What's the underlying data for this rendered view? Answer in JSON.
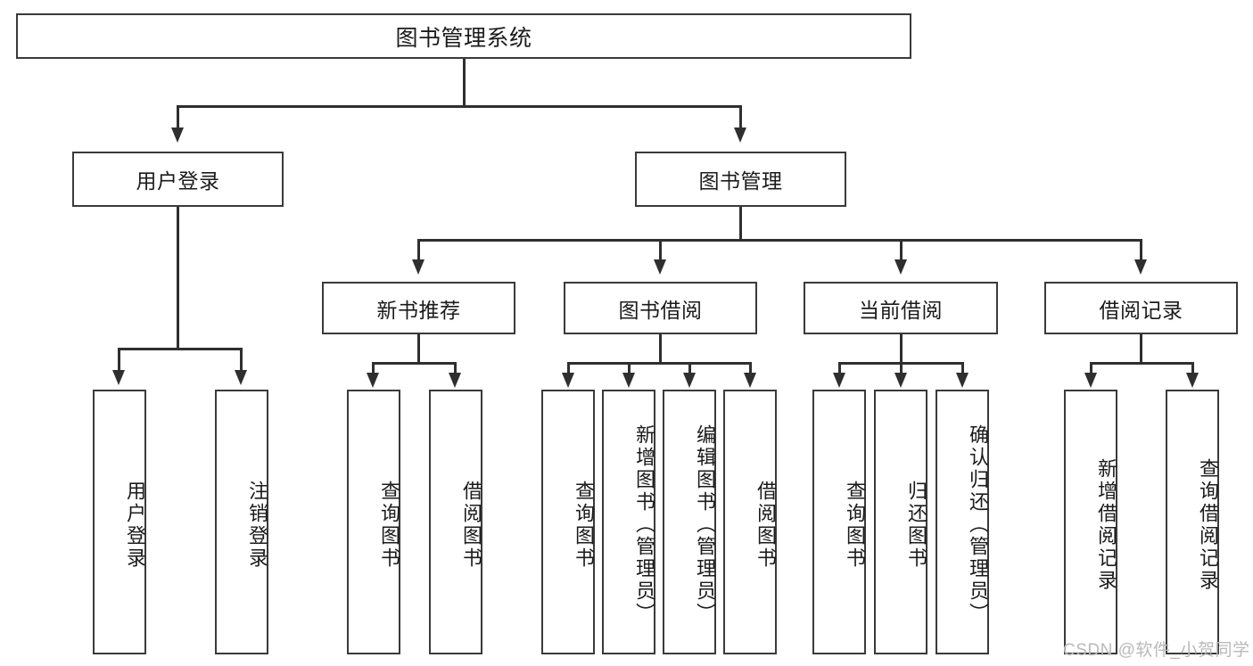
{
  "diagram": {
    "title": "图书管理系统",
    "type": "功能结构图",
    "watermark": "CSDN @软件_小贺同学",
    "style": {
      "box_border_color": "#3a3a3a",
      "box_fill_color": "#ffffff",
      "line_color": "#2f2f2f",
      "text_color": "#1b1b1b",
      "background_color": "#ffffff",
      "watermark_color": "#b9b9b9"
    }
  },
  "nodes": {
    "root": {
      "label": "图书管理系统"
    },
    "level2": [
      {
        "id": "user-login",
        "label": "用户登录"
      },
      {
        "id": "book-manage",
        "label": "图书管理"
      }
    ],
    "level3": [
      {
        "id": "new-book-recommend",
        "label": "新书推荐"
      },
      {
        "id": "book-borrow",
        "label": "图书借阅"
      },
      {
        "id": "current-borrow",
        "label": "当前借阅"
      },
      {
        "id": "borrow-record",
        "label": "借阅记录"
      }
    ],
    "leaves": {
      "user_login": [
        {
          "id": "leaf-user-login",
          "label": "用户登录"
        },
        {
          "id": "leaf-logout",
          "label": "注销登录"
        }
      ],
      "new_book_recommend": [
        {
          "id": "leaf-query-book-1",
          "label": "查询图书"
        },
        {
          "id": "leaf-borrow-book-1",
          "label": "借阅图书"
        }
      ],
      "book_borrow": [
        {
          "id": "leaf-query-book-2",
          "label": "查询图书"
        },
        {
          "id": "leaf-add-book",
          "label": "新增图书（管理员）"
        },
        {
          "id": "leaf-edit-book",
          "label": "编辑图书（管理员）"
        },
        {
          "id": "leaf-borrow-book-2",
          "label": "借阅图书"
        }
      ],
      "current_borrow": [
        {
          "id": "leaf-query-book-3",
          "label": "查询图书"
        },
        {
          "id": "leaf-return-book",
          "label": "归还图书"
        },
        {
          "id": "leaf-confirm-return",
          "label": "确认归还（管理员）"
        }
      ],
      "borrow_record": [
        {
          "id": "leaf-add-record",
          "label": "新增借阅记录"
        },
        {
          "id": "leaf-query-record",
          "label": "查询借阅记录"
        }
      ]
    }
  }
}
